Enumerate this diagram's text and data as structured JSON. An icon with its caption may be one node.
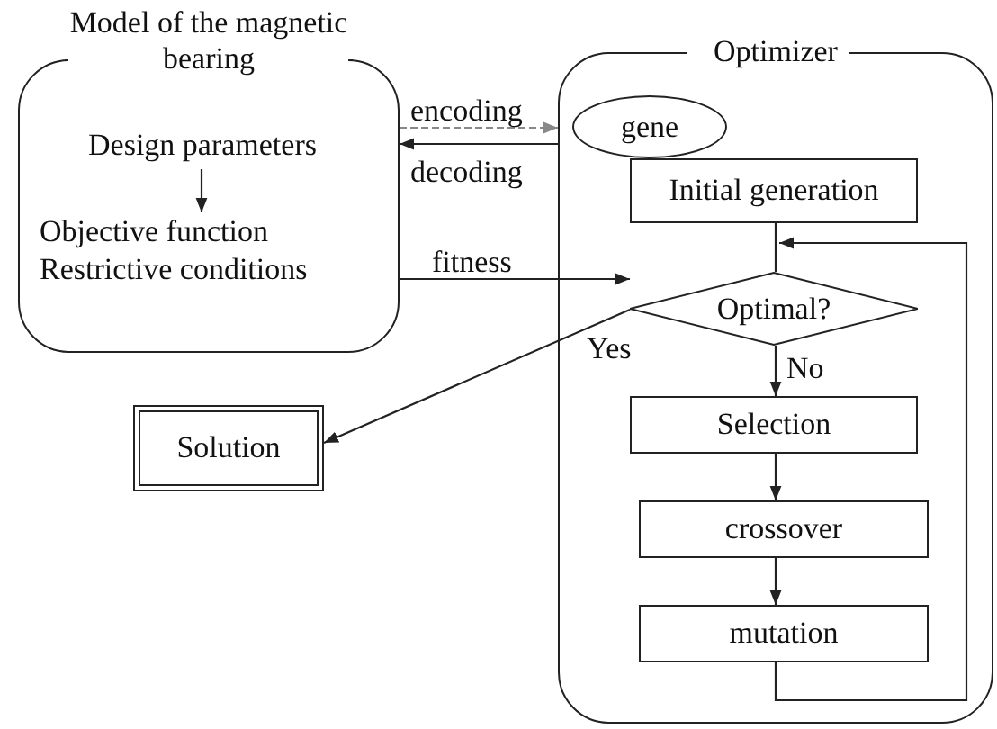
{
  "diagram": {
    "nodes": [
      {
        "text": [
          "Model of the magnetic bearing"
        ]
      },
      {
        "text": [
          "Design parameters"
        ],
        "in": 0
      },
      {
        "text": [
          "Objective function Restrictive conditions"
        ],
        "in": 0
      },
      {
        "text": [
          "Optimizer"
        ]
      },
      {
        "text": [
          "gene"
        ],
        "in": 3
      },
      {
        "text": [
          "Initial generation"
        ],
        "in": 3
      },
      {
        "text": [
          "Optimal?"
        ],
        "in": 3
      },
      {
        "text": [
          "Selection"
        ],
        "in": 3
      },
      {
        "text": [
          "crossover"
        ],
        "in": 3
      },
      {
        "text": [
          "mutation"
        ],
        "in": 3
      },
      {
        "text": [
          "Solution"
        ]
      }
    ],
    "edges": [
      {
        "from": 0,
        "to": 3,
        "arrow": "to",
        "label": "encoding",
        "style": "dashed",
        "color": "#888888"
      },
      {
        "from": 3,
        "to": 0,
        "arrow": "to",
        "label": "decoding"
      },
      {
        "from": 0,
        "to": 6,
        "arrow": "to",
        "label": "fitness"
      },
      {
        "from": 1,
        "to": 2,
        "arrow": "to"
      },
      {
        "from": 5,
        "to": 6,
        "arrow": "none"
      },
      {
        "from": 9,
        "to": 6,
        "arrow": "to"
      },
      {
        "from": 6,
        "to": 7,
        "arrow": "to",
        "label": "No"
      },
      {
        "from": 7,
        "to": 8,
        "arrow": "to"
      },
      {
        "from": 8,
        "to": 9,
        "arrow": "to"
      },
      {
        "from": 6,
        "to": 10,
        "arrow": "to",
        "label": "Yes"
      }
    ]
  }
}
